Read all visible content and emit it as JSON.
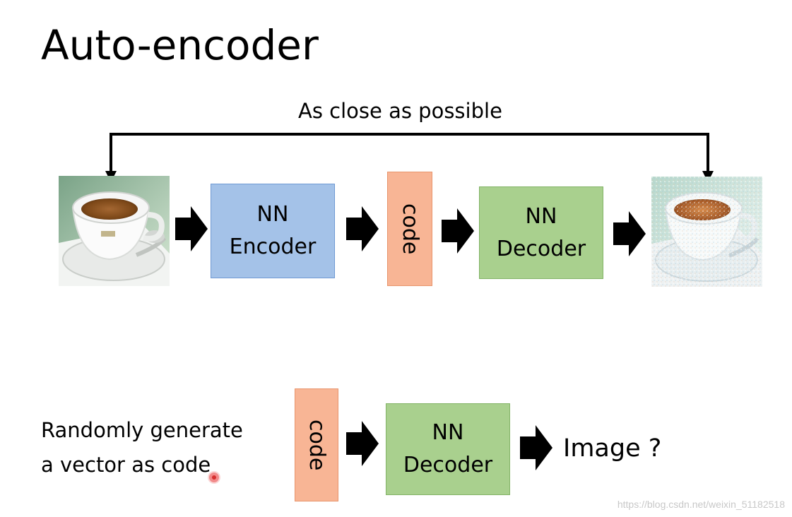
{
  "title": "Auto-encoder",
  "top_row": {
    "feedback_label": "As close as possible",
    "encoder": {
      "line1": "NN",
      "line2": "Encoder"
    },
    "code": "code",
    "decoder": {
      "line1": "NN",
      "line2": "Decoder"
    }
  },
  "bottom_row": {
    "caption_line1": "Randomly generate",
    "caption_line2": "a vector as code",
    "code": "code",
    "decoder": {
      "line1": "NN",
      "line2": "Decoder"
    },
    "output": "Image ?"
  },
  "watermark": "https://blog.csdn.net/weixin_51182518",
  "colors": {
    "encoder_fill": "#a4c2e8",
    "decoder_fill": "#a9d08e",
    "code_fill": "#f8b595",
    "arrow": "#000000"
  },
  "images": [
    "coffee-cup-input-photo",
    "coffee-cup-reconstructed-photo"
  ]
}
